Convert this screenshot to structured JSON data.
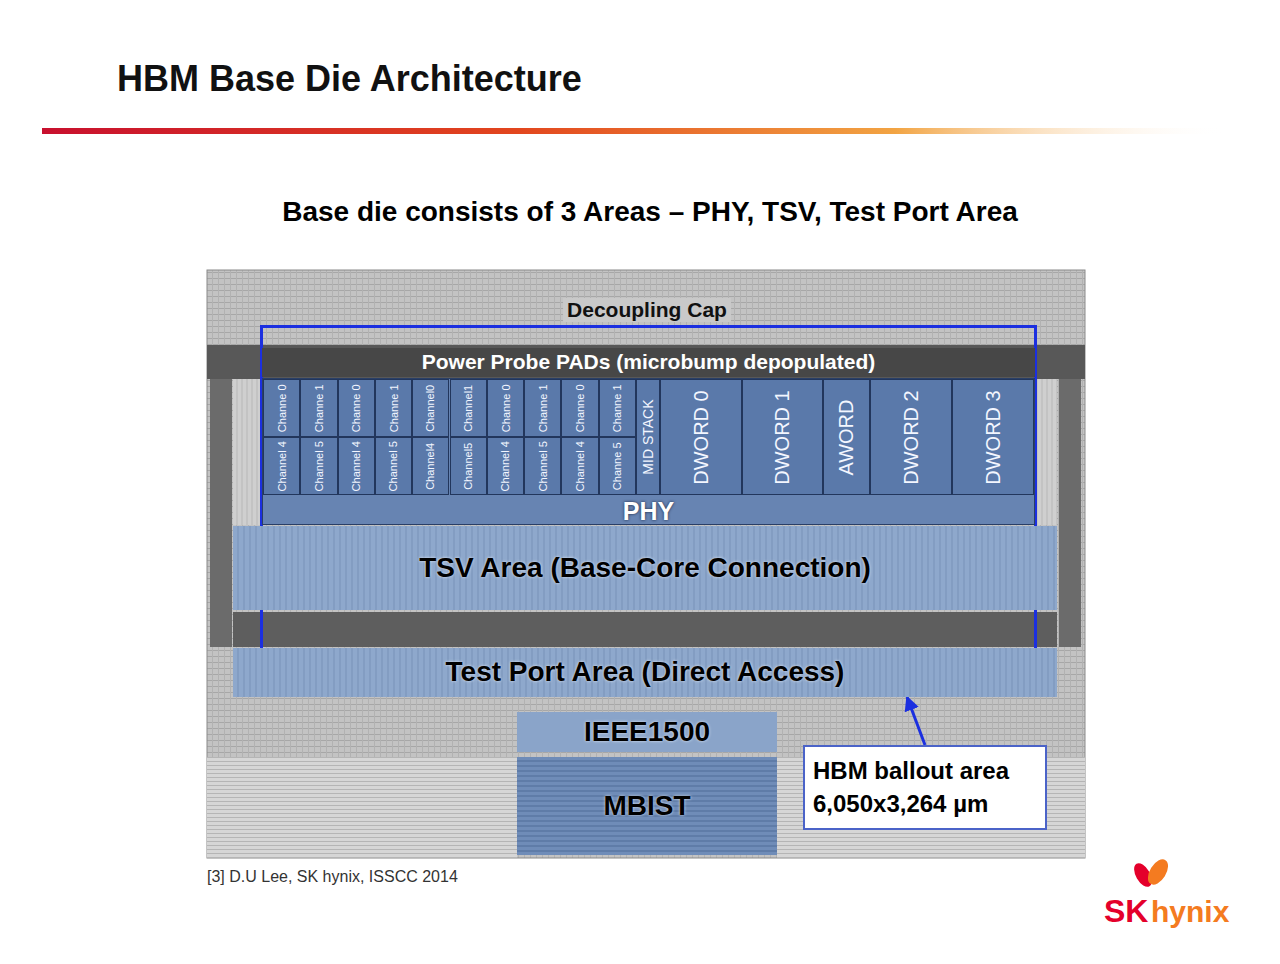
{
  "diagram": {
    "title": "HBM Base Die Architecture",
    "nodes": [
      {
        "text": []
      },
      {
        "text": [
          "Power Probe PADs (microbump depopulated)"
        ],
        "in": 0
      },
      {
        "text": [
          "PHY"
        ],
        "in": 0
      },
      {
        "text": [
          "Channe 0"
        ],
        "in": 2
      },
      {
        "text": [
          "Channe 1"
        ],
        "in": 2
      },
      {
        "text": [
          "Channe 0"
        ],
        "in": 2
      },
      {
        "text": [
          "Channe 1"
        ],
        "in": 2
      },
      {
        "text": [
          "Channel0"
        ],
        "in": 2
      },
      {
        "text": [
          "Channel1"
        ],
        "in": 2
      },
      {
        "text": [
          "Channe 0"
        ],
        "in": 2
      },
      {
        "text": [
          "Channe 1"
        ],
        "in": 2
      },
      {
        "text": [
          "Channe 0"
        ],
        "in": 2
      },
      {
        "text": [
          "Channe 1"
        ],
        "in": 2
      },
      {
        "text": [
          "MID STACK"
        ],
        "in": 2
      },
      {
        "text": [
          "DWORD 0"
        ],
        "in": 2
      },
      {
        "text": [
          "DWORD 1"
        ],
        "in": 2
      },
      {
        "text": [
          "AWORD"
        ],
        "in": 2
      },
      {
        "text": [
          "DWORD 2"
        ],
        "in": 2
      },
      {
        "text": [
          "DWORD 3"
        ],
        "in": 2
      },
      {
        "text": [
          "Channel 4"
        ],
        "in": 2
      },
      {
        "text": [
          "Channel 5"
        ],
        "in": 2
      },
      {
        "text": [
          "Channel 4"
        ],
        "in": 2
      },
      {
        "text": [
          "Channel 5"
        ],
        "in": 2
      },
      {
        "text": [
          "Channel4"
        ],
        "in": 2
      },
      {
        "text": [
          "Channel5"
        ],
        "in": 2
      },
      {
        "text": [
          "Channel 4"
        ],
        "in": 2
      },
      {
        "text": [
          "Channel 5"
        ],
        "in": 2
      },
      {
        "text": [
          "Channel 4"
        ],
        "in": 2
      },
      {
        "text": [
          "Channe 5"
        ],
        "in": 2
      },
      {
        "text": [
          "TSV Area (Base-Core Connection)"
        ],
        "in": 0
      },
      {
        "text": [
          "Test Port Area (Direct Access)"
        ],
        "in": 0
      },
      {
        "text": [
          "IEEE1500"
        ]
      },
      {
        "text": [
          "MBIST"
        ]
      },
      {
        "text": [
          "HBM ballout area 6,050x3,264 µm"
        ]
      }
    ],
    "edges": [
      {
        "from": 33,
        "to": 0,
        "arrow": "to"
      }
    ],
    "labels": [
      "Base die consists of 3 Areas – PHY, TSV, Test Port Area",
      "Decoupling Cap",
      "[3] D.U Lee, SK hynix, ISSCC 2014",
      "SK",
      "hynix"
    ]
  }
}
